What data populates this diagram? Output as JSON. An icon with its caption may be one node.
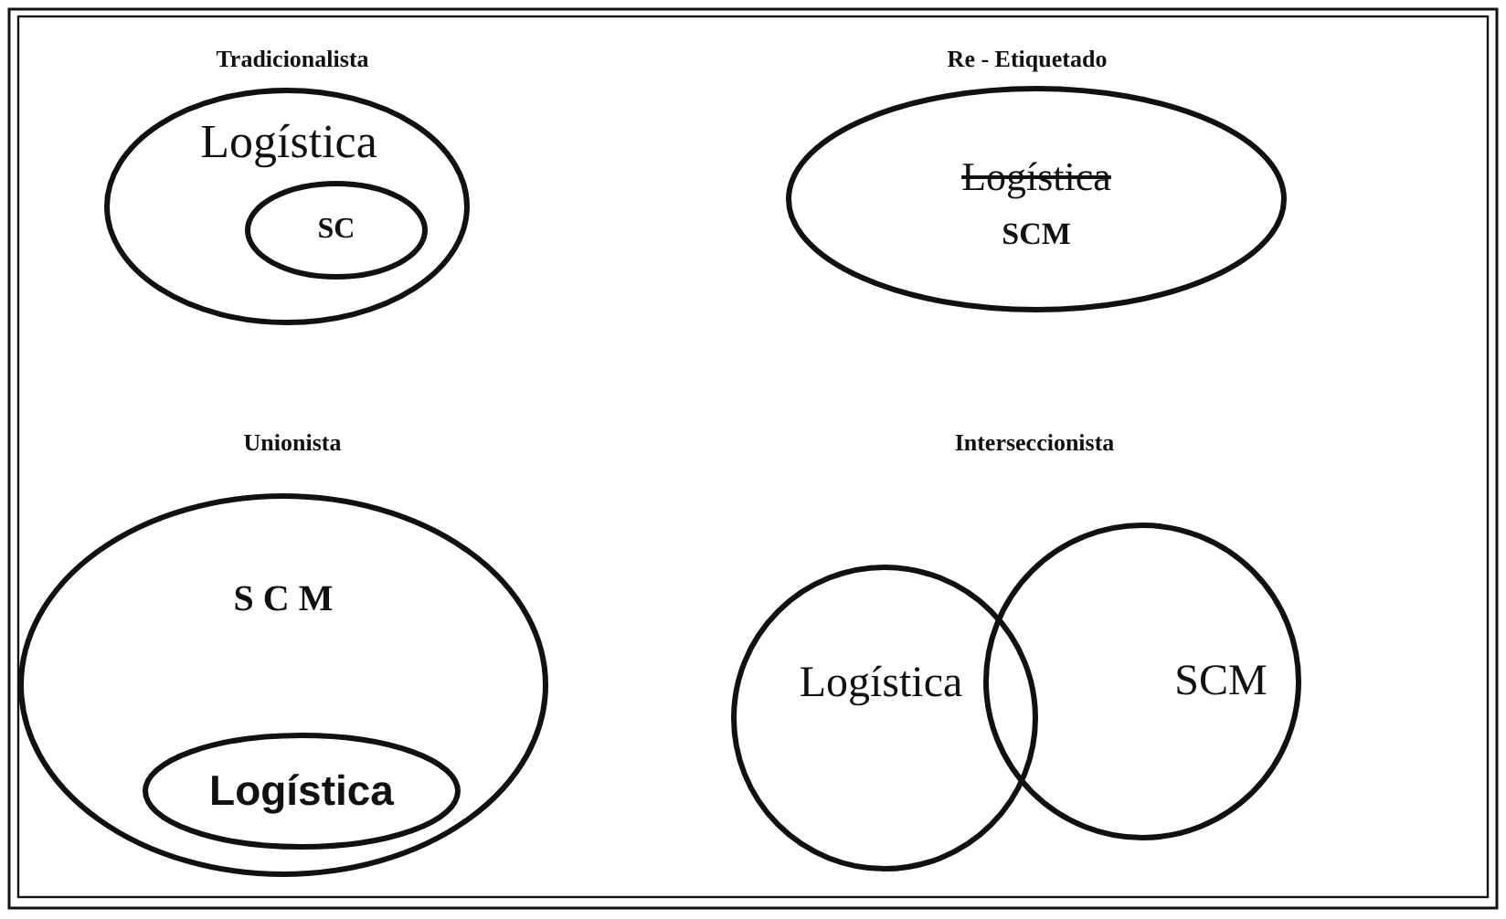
{
  "diagram": {
    "nodes": [
      {
        "text": [
          "Tradicionalista",
          "Logística"
        ]
      },
      {
        "text": [
          "SC"
        ],
        "in": 0
      },
      {
        "text": [
          "Re - Etiquetado",
          "Logística",
          "SCM"
        ]
      },
      {
        "text": [
          "Unionista",
          "S C M"
        ]
      },
      {
        "text": [
          "Logística"
        ],
        "in": 3
      },
      {
        "text": [
          "Logística"
        ]
      },
      {
        "text": [
          "SCM"
        ]
      }
    ],
    "labels": [
      "Interseccionista"
    ]
  }
}
